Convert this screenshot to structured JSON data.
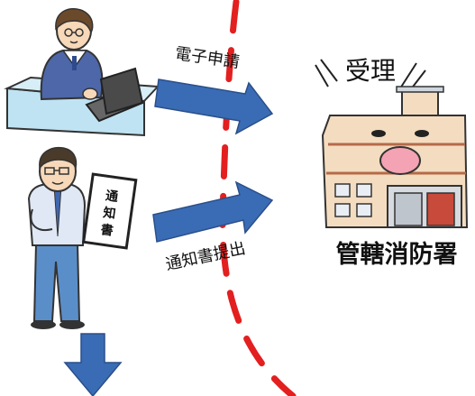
{
  "labels": {
    "electronic_application": "電子申請",
    "notice_submission": "通知書提出",
    "accepted": "受理",
    "station_name": "管轄消防署",
    "notice_document": [
      "通",
      "知",
      "書"
    ]
  },
  "colors": {
    "arrow": "#3a6cb5",
    "arrow_edge": "#2a4f8a",
    "divider": "#e31f1f",
    "building": "#f4dcc0",
    "building_stripe": "#b66a48",
    "desk": "#bfe3f2",
    "station_text": "#000000"
  },
  "icons": [
    "office-worker-at-laptop-icon",
    "man-holding-notice-icon",
    "fire-station-icon"
  ]
}
